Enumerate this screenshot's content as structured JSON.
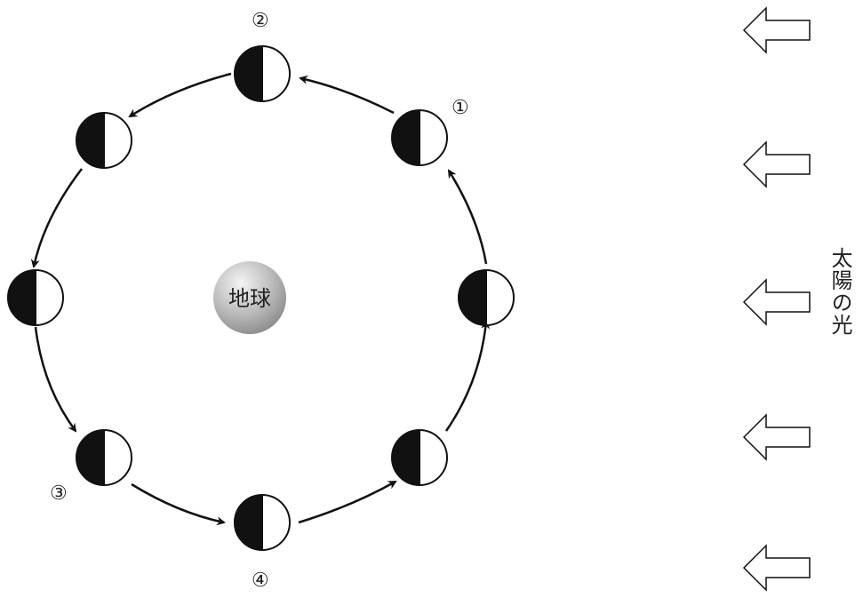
{
  "earth": {
    "label": "地球"
  },
  "sunlight": {
    "label": "太陽の光"
  },
  "moon_labels": {
    "m1": "①",
    "m2": "②",
    "m3": "③",
    "m4": "④"
  },
  "colors": {
    "ink": "#111111",
    "earth_light": "#f2f2f2",
    "earth_dark": "#8a8a8a"
  }
}
